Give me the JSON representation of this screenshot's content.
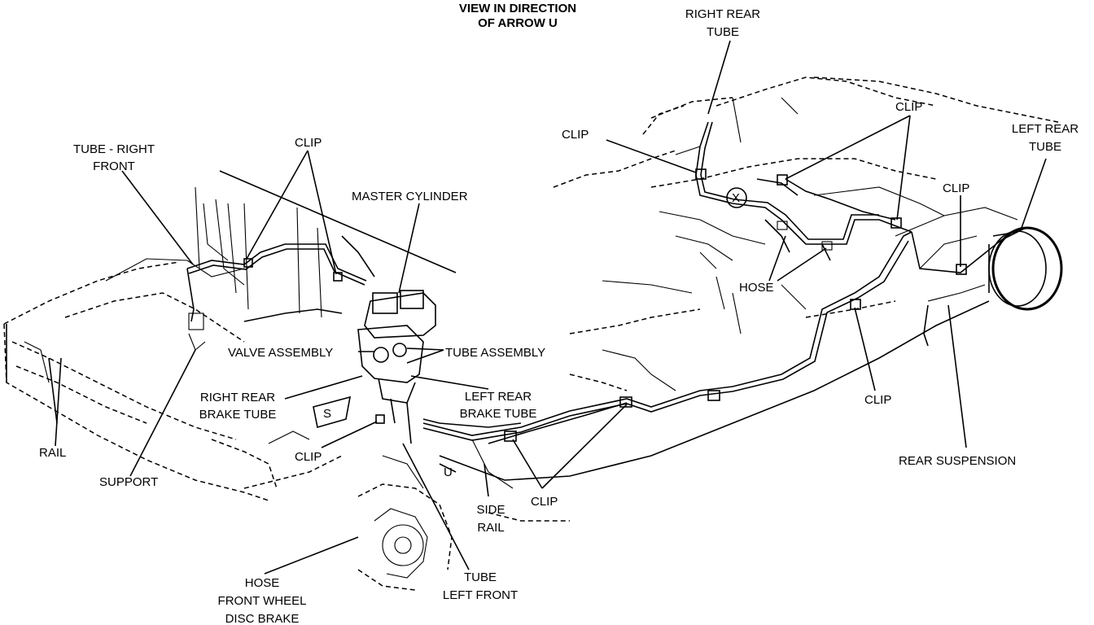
{
  "labels": {
    "view": [
      "VIEW IN DIRECTION",
      "OF ARROW U"
    ],
    "right_rear_tube": [
      "RIGHT REAR",
      "TUBE"
    ],
    "clip_top_right": "CLIP",
    "left_rear_tube": [
      "LEFT REAR",
      "TUBE"
    ],
    "clip_upper_mid": "CLIP",
    "clip_right": "CLIP",
    "tube_right_front": [
      "TUBE - RIGHT",
      "FRONT"
    ],
    "clip_upper_left": "CLIP",
    "master_cylinder": "MASTER CYLINDER",
    "hose_rear": "HOSE",
    "valve_assembly": "VALVE ASSEMBLY",
    "tube_assembly": "TUBE ASSEMBLY",
    "right_rear_brake_tube": [
      "RIGHT REAR",
      "BRAKE TUBE"
    ],
    "left_rear_brake_tube": [
      "LEFT REAR",
      "BRAKE TUBE"
    ],
    "clip_lower_right": "CLIP",
    "rail": "RAIL",
    "support": "SUPPORT",
    "clip_lower_left": "CLIP",
    "clip_lower_mid": "CLIP",
    "side_rail": [
      "SIDE",
      "RAIL"
    ],
    "rear_suspension": "REAR SUSPENSION",
    "hose_front": [
      "HOSE",
      "FRONT WHEEL",
      "DISC BRAKE"
    ],
    "tube_left_front": [
      "TUBE",
      "LEFT FRONT"
    ],
    "marker_s": "S",
    "marker_u": "U",
    "marker_x": "X"
  }
}
